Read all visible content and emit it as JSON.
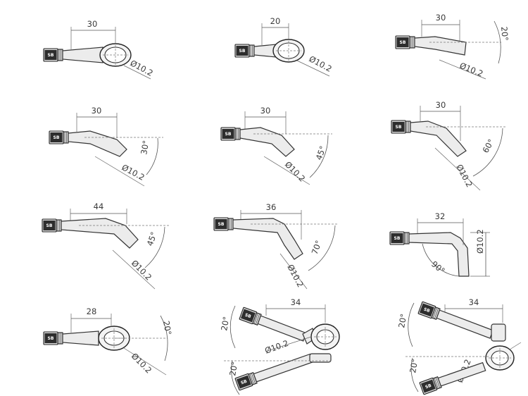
{
  "panels": [
    {
      "id": "straight-30",
      "length": "30",
      "diameter": "Ø10.2",
      "angle": ""
    },
    {
      "id": "straight-20",
      "length": "20",
      "diameter": "Ø10.2",
      "angle": ""
    },
    {
      "id": "bend-20",
      "length": "30",
      "diameter": "Ø10.2",
      "angle": "20°"
    },
    {
      "id": "bend-30",
      "length": "30",
      "diameter": "Ø10.2",
      "angle": "30°"
    },
    {
      "id": "bend-45",
      "length": "30",
      "diameter": "Ø10.2",
      "angle": "45°"
    },
    {
      "id": "bend-60",
      "length": "30",
      "diameter": "Ø10.2",
      "angle": "60°"
    },
    {
      "id": "bend-45-long",
      "length": "44",
      "diameter": "Ø10.2",
      "angle": "45°"
    },
    {
      "id": "bend-70",
      "length": "36",
      "diameter": "Ø10.2",
      "angle": "70°"
    },
    {
      "id": "bend-90",
      "length": "32",
      "diameter": "Ø10.2",
      "angle": "90°"
    },
    {
      "id": "vertical-20",
      "length": "28",
      "diameter": "Ø10.2",
      "angle": "20°"
    },
    {
      "id": "double-20-a",
      "length": "34",
      "diameter": "Ø10.2",
      "angle": "20°",
      "angle2": "20°"
    },
    {
      "id": "double-20-b",
      "length": "34",
      "diameter": "Ø10.2",
      "angle": "20°",
      "angle2": "20°"
    }
  ],
  "logo_text": "SB"
}
